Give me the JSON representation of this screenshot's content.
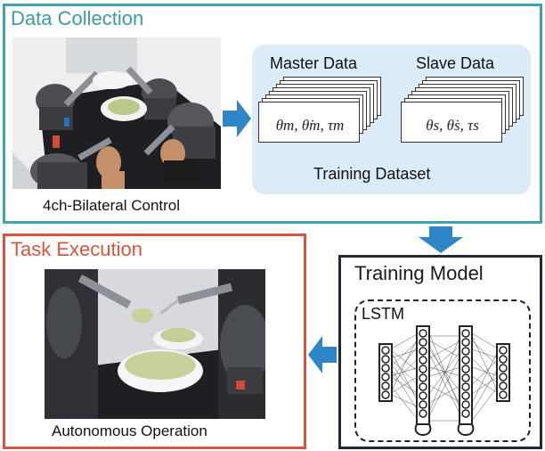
{
  "data_collection": {
    "title": "Data Collection",
    "photo_caption": "4ch-Bilateral Control",
    "dataset": {
      "master_label": "Master Data",
      "slave_label": "Slave Data",
      "master_vars": "θm, θ̇m, τm",
      "slave_vars": "θs, θ̇s, τs",
      "dataset_label": "Training Dataset"
    }
  },
  "training_model": {
    "title": "Training Model",
    "network_label": "LSTM"
  },
  "task_execution": {
    "title": "Task Execution",
    "photo_caption": "Autonomous Operation"
  },
  "colors": {
    "data_collection_border": "#3fa3ad",
    "data_collection_title": "#3f9aa6",
    "task_execution_border": "#d9543f",
    "task_execution_title": "#d9543f",
    "training_model_border": "#1f2a38",
    "dataset_fill": "#dcebf8",
    "arrow": "#2e86c9"
  }
}
